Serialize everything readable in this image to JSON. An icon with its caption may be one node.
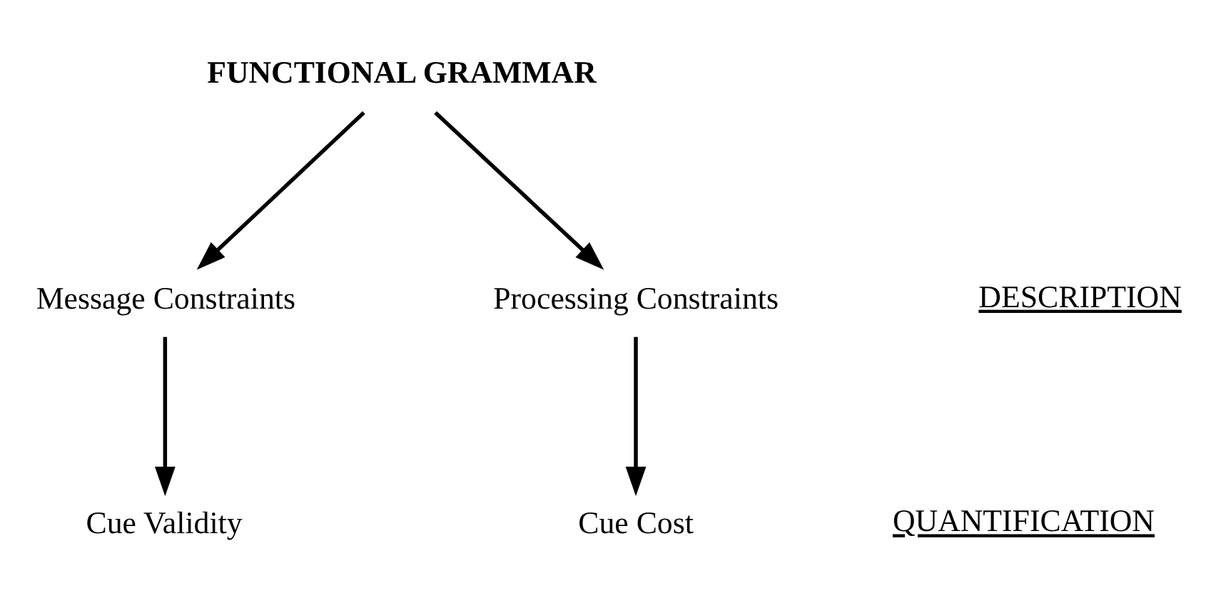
{
  "diagram": {
    "nodes": [
      {
        "text": [
          "FUNCTIONAL GRAMMAR"
        ]
      },
      {
        "text": [
          "Message Constraints"
        ]
      },
      {
        "text": [
          "Processing Constraints"
        ]
      },
      {
        "text": [
          "Cue Validity"
        ]
      },
      {
        "text": [
          "Cue Cost"
        ]
      }
    ],
    "edges": [
      {
        "from": 0,
        "to": 1,
        "arrow": "to"
      },
      {
        "from": 0,
        "to": 2,
        "arrow": "to"
      },
      {
        "from": 1,
        "to": 3,
        "arrow": "to"
      },
      {
        "from": 2,
        "to": 4,
        "arrow": "to"
      }
    ],
    "labels": [
      "DESCRIPTION",
      "QUANTIFICATION"
    ]
  }
}
